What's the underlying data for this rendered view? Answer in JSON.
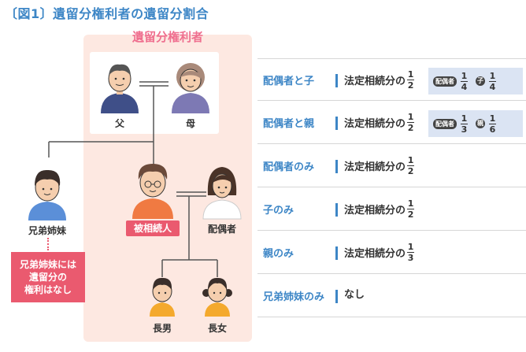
{
  "title": "〔図1〕遺留分権利者の遺留分割合",
  "heirs_label": "遺留分権利者",
  "people": {
    "father": "父",
    "mother": "母",
    "siblings": "兄弟姉妹",
    "deceased": "被相続人",
    "spouse": "配偶者",
    "eldest_son": "長男",
    "eldest_daughter": "長女"
  },
  "siblings_note": [
    "兄弟姉妹には",
    "遺留分の",
    "権利はなし"
  ],
  "colors": {
    "title": "#3d86c6",
    "panel": "#fde8e1",
    "badge": "#ea5a6f",
    "share_box": "#dbe4f3"
  },
  "rows": [
    {
      "label": "配偶者と子",
      "text": "法定相続分の",
      "num": "1",
      "den": "2",
      "shares": [
        {
          "tag": "配偶者",
          "num": "1",
          "den": "4"
        },
        {
          "tag": "子",
          "num": "1",
          "den": "4"
        }
      ]
    },
    {
      "label": "配偶者と親",
      "text": "法定相続分の",
      "num": "1",
      "den": "2",
      "shares": [
        {
          "tag": "配偶者",
          "num": "1",
          "den": "3"
        },
        {
          "tag": "親",
          "num": "1",
          "den": "6"
        }
      ]
    },
    {
      "label": "配偶者のみ",
      "text": "法定相続分の",
      "num": "1",
      "den": "2"
    },
    {
      "label": "子のみ",
      "text": "法定相続分の",
      "num": "1",
      "den": "2"
    },
    {
      "label": "親のみ",
      "text": "法定相続分の",
      "num": "1",
      "den": "3"
    },
    {
      "label": "兄弟姉妹のみ",
      "plain": "なし"
    }
  ]
}
